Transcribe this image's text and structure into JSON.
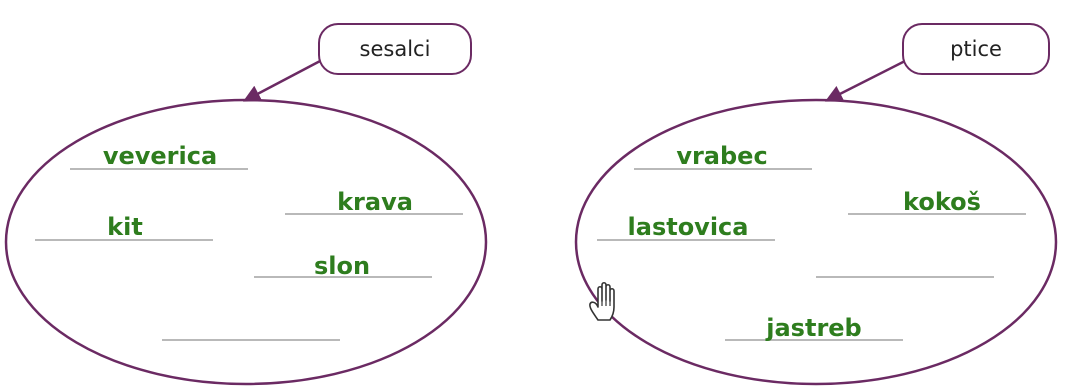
{
  "groups": {
    "mammals": {
      "title": "sesalci",
      "answers": [
        "veverica",
        "krava",
        "kit",
        "slon"
      ]
    },
    "birds": {
      "title": "ptice",
      "answers": [
        "vrabec",
        "kokoš",
        "lastovica",
        "jastreb"
      ]
    }
  },
  "colors": {
    "ellipse_border": "#6b2a63",
    "answer_text": "#2e7d1e",
    "blank_line": "#b9b9b9"
  },
  "cursor_icon": "hand-pointer-icon"
}
